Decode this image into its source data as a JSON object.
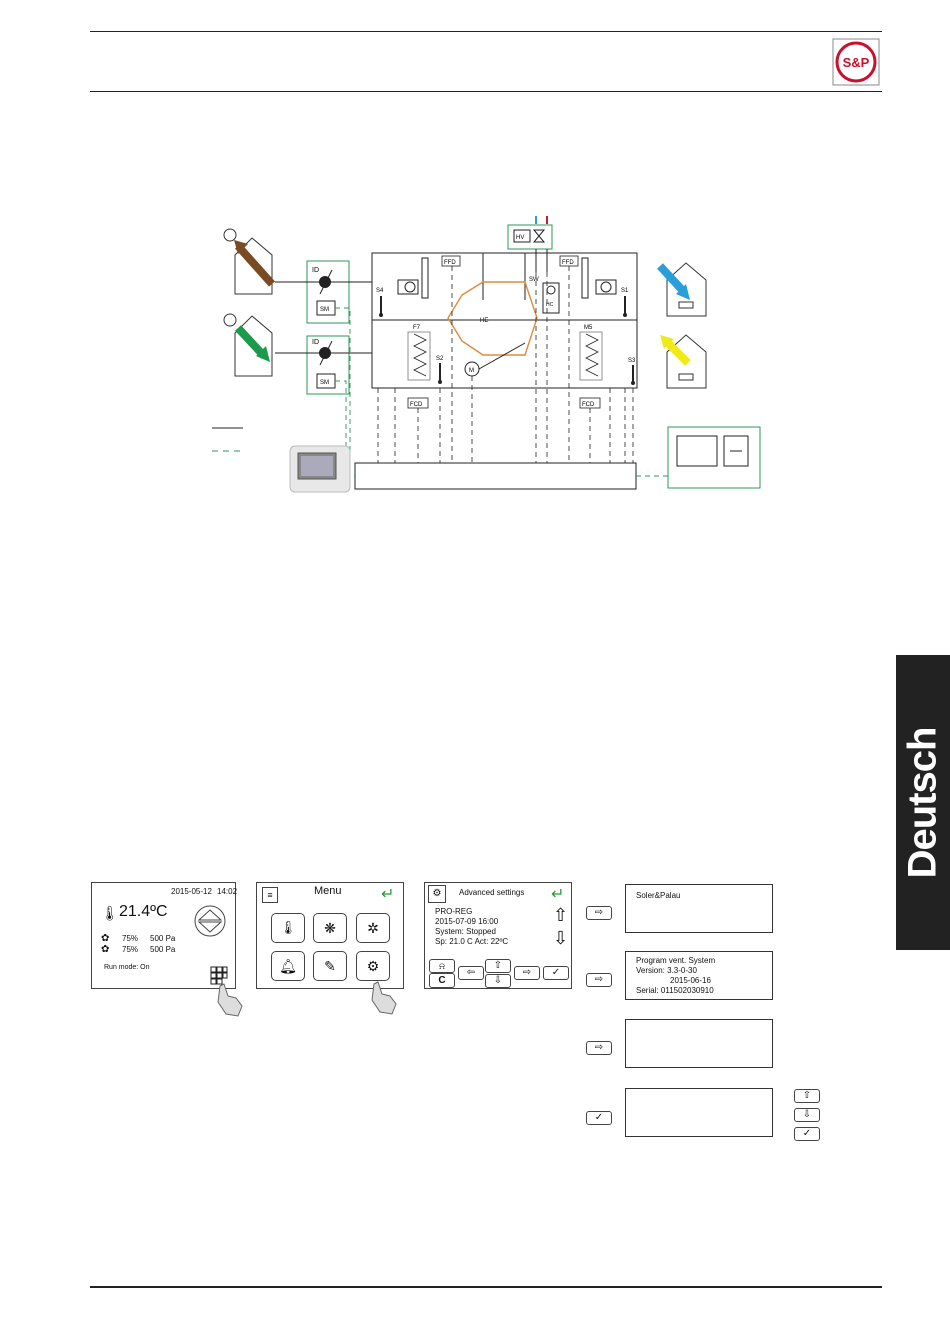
{
  "brand": {
    "logo_text": "S&P"
  },
  "language_tab": "Deutsch",
  "diagram": {
    "labels": {
      "id_top": "ID",
      "sm_top": "SM",
      "id_bottom": "ID",
      "sm_bottom": "SM",
      "s4": "S4",
      "s2": "S2",
      "s1": "S1",
      "s3": "S3",
      "ffd_left": "FFD",
      "ffd_right": "FFD",
      "f7": "F7",
      "m5": "M5",
      "fcd_left": "FCD",
      "fcd_right": "FCD",
      "he": "HE",
      "hc": "HC",
      "sw": "SW",
      "hv": "HV",
      "motor": "M"
    },
    "colors": {
      "exhaust": "#7a4a22",
      "intake": "#1a9a4a",
      "supply_cold": "#2a9ed8",
      "supply_warm": "#f0ea1a",
      "heat_exchanger": "#e08a3a",
      "control_wire": "#2a9a5a"
    }
  },
  "home_screen": {
    "date": "2015-05-12",
    "time": "14:02",
    "temperature": "21.4ºC",
    "fan1_pct": "75%",
    "fan1_pa": "500 Pa",
    "fan2_pct": "75%",
    "fan2_pa": "500 Pa",
    "run_mode": "Run mode: On"
  },
  "menu_screen": {
    "title": "Menu"
  },
  "advanced_screen": {
    "title": "Advanced settings",
    "line1": "PRO-REG",
    "line2": "2015-07-09  16:00",
    "line3": "System: Stopped",
    "line4": "Sp: 21.0 C   Act: 22ºC",
    "clear_key": "C"
  },
  "lcd_sequence": [
    {
      "line1": "Soler&Palau",
      "line2": "",
      "line3": "",
      "line4": ""
    },
    {
      "line1": "Program vent. System",
      "line2": "Version: 3.3-0-30",
      "line3": "2015-06-16",
      "line4": "Serial: 011502030910"
    },
    {
      "line1": "",
      "line2": "",
      "line3": "",
      "line4": ""
    },
    {
      "line1": "",
      "line2": "",
      "line3": "",
      "line4": ""
    }
  ],
  "keys": {
    "right": "⇨",
    "check": "✓",
    "up": "⇧",
    "down": "⇩",
    "left": "⇦"
  }
}
